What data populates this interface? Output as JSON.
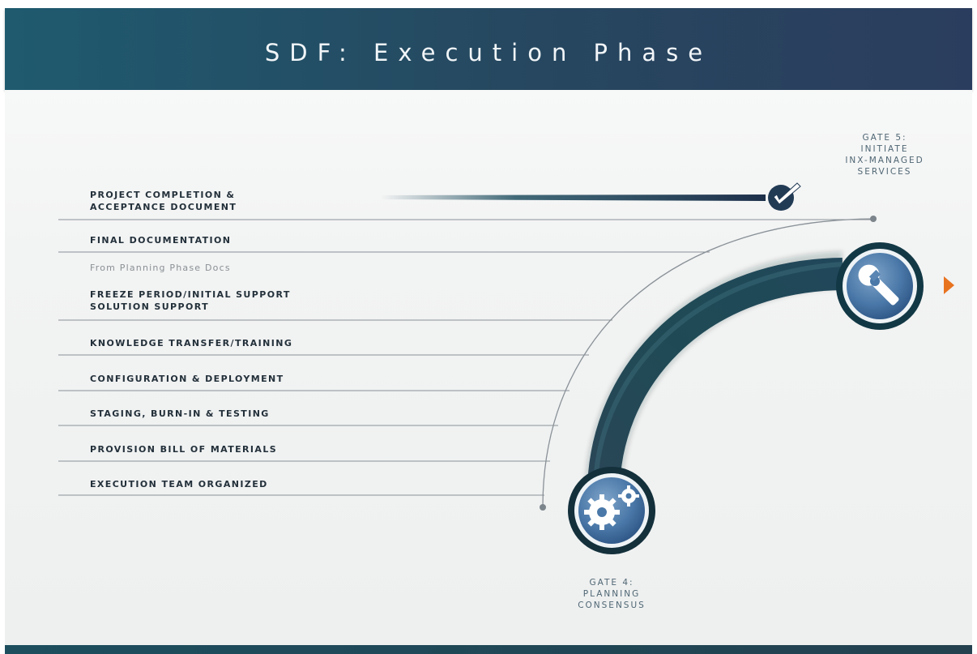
{
  "header": {
    "title": "SDF: Execution Phase"
  },
  "steps": [
    {
      "line1": "PROJECT COMPLETION &",
      "line2": "ACCEPTANCE DOCUMENT"
    },
    {
      "line1": "FINAL DOCUMENTATION"
    },
    {
      "line1": "From Planning Phase Docs"
    },
    {
      "line1": "FREEZE PERIOD/INITIAL SUPPORT",
      "line2": "SOLUTION SUPPORT"
    },
    {
      "line1": "KNOWLEDGE TRANSFER/TRAINING"
    },
    {
      "line1": "CONFIGURATION & DEPLOYMENT"
    },
    {
      "line1": "STAGING, BURN-IN & TESTING"
    },
    {
      "line1": "PROVISION BILL OF MATERIALS"
    },
    {
      "line1": "EXECUTION TEAM ORGANIZED"
    }
  ],
  "gates": {
    "gate5": {
      "line1": "GATE 5:",
      "line2": "INITIATE",
      "line3": "INX-MANAGED",
      "line4": "SERVICES"
    },
    "gate4": {
      "line1": "GATE 4:",
      "line2": "PLANNING",
      "line3": "CONSENSUS"
    }
  },
  "icons": {
    "start": "gears-icon",
    "end": "wrench-icon",
    "complete": "checkmark-icon",
    "next": "triangle-right-icon"
  },
  "colors": {
    "header": "#26475f",
    "arc": "#1e4550",
    "accent": "#e8731f"
  }
}
